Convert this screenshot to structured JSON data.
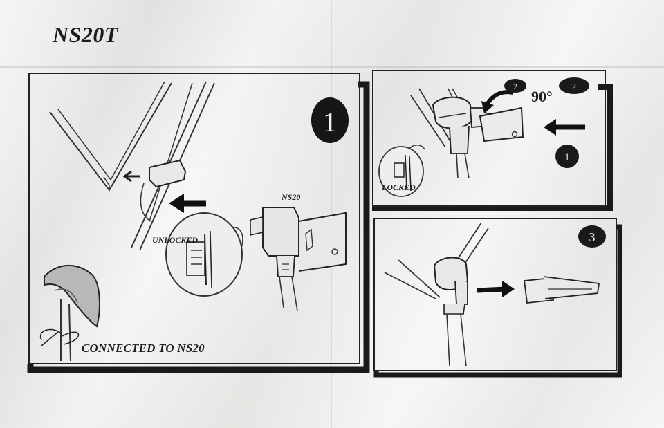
{
  "document": {
    "title": "NS20T",
    "panel1": {
      "step": "1",
      "labels": {
        "ns20": "NS20",
        "unlocked": "UNLOCKED",
        "connected": "CONNECTED TO NS20"
      }
    },
    "panel2": {
      "step": "2",
      "angle": "90°",
      "sub_step_2": "2",
      "sub_step_1": "1",
      "labels": {
        "locked": "LOCKED"
      }
    },
    "panel3": {
      "step": "3"
    }
  },
  "colors": {
    "ink": "#1e1e1e",
    "paper": "#ececea",
    "shadow": "#1a1a1a"
  }
}
